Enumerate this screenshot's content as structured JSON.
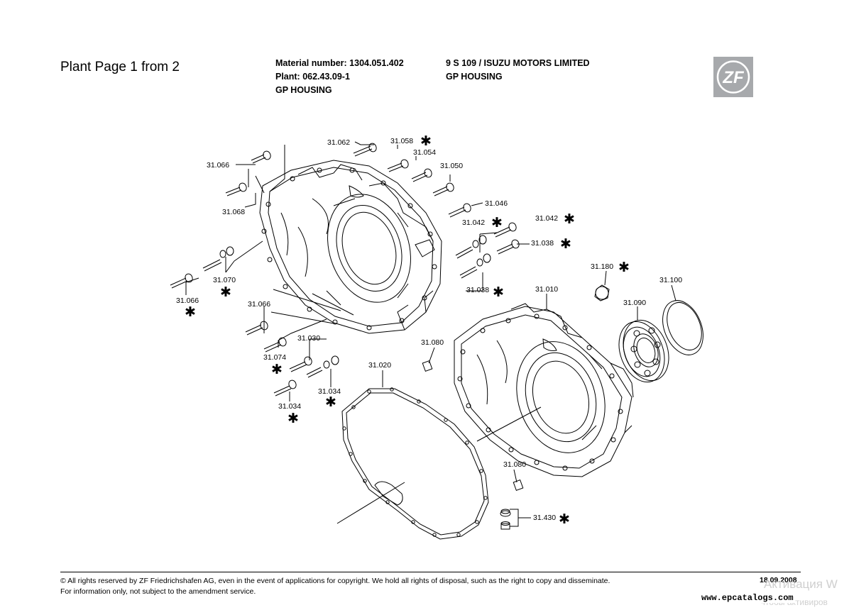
{
  "header": {
    "page_title": "Plant Page 1 from 2",
    "material_number": "Material number: 1304.051.402",
    "plant": "Plant: 062.43.09-1",
    "description": "GP HOUSING",
    "model": "9 S 109 / ISUZU MOTORS LIMITED",
    "group": "GP HOUSING",
    "logo_text": "ZF",
    "logo_color": "#a7a9ac"
  },
  "parts": [
    {
      "label": "31.062",
      "starred": false
    },
    {
      "label": "31.058",
      "starred": true
    },
    {
      "label": "31.054",
      "starred": false
    },
    {
      "label": "31.050",
      "starred": false
    },
    {
      "label": "31.066",
      "starred": false
    },
    {
      "label": "31.068",
      "starred": false
    },
    {
      "label": "31.046",
      "starred": false
    },
    {
      "label": "31.042",
      "starred": true
    },
    {
      "label": "31.042",
      "starred": true
    },
    {
      "label": "31.038",
      "starred": true
    },
    {
      "label": "31.070",
      "starred": true
    },
    {
      "label": "31.066",
      "starred": true
    },
    {
      "label": "31.038",
      "starred": true
    },
    {
      "label": "31.180",
      "starred": true
    },
    {
      "label": "31.100",
      "starred": false
    },
    {
      "label": "31.010",
      "starred": false
    },
    {
      "label": "31.090",
      "starred": false
    },
    {
      "label": "31.066",
      "starred": false
    },
    {
      "label": "31.030",
      "starred": false
    },
    {
      "label": "31.074",
      "starred": true
    },
    {
      "label": "31.080",
      "starred": false
    },
    {
      "label": "31.020",
      "starred": false
    },
    {
      "label": "31.034",
      "starred": true
    },
    {
      "label": "31.034",
      "starred": true
    },
    {
      "label": "31.080",
      "starred": false
    },
    {
      "label": "31.430",
      "starred": true
    }
  ],
  "star_symbol": "✱",
  "footer": {
    "copyright": "© All rights reserved by ZF Friedrichshafen AG, even in the event of applications for copyright. We hold all rights of disposal, such as the right to copy and disseminate.",
    "info": "For information only, not subject to the amendment service.",
    "date": "18.09.2008",
    "watermark": "Активация W",
    "watermark_sub": "Чтобы активиров",
    "url": "www.epcatalogs.com"
  }
}
